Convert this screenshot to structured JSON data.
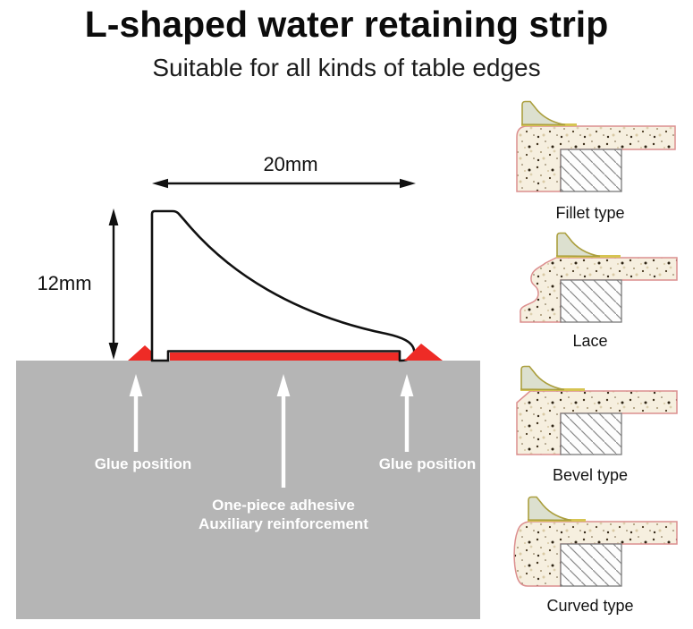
{
  "header": {
    "title": "L-shaped water retaining strip",
    "subtitle": "Suitable for all kinds of table edges"
  },
  "diagram": {
    "width_label": "20mm",
    "height_label": "12mm",
    "glue_left_label": "Glue position",
    "glue_right_label": "Glue position",
    "adhesive_label_line1": "One-piece adhesive",
    "adhesive_label_line2": "Auxiliary reinforcement"
  },
  "edge_types": [
    {
      "label": "Fillet type"
    },
    {
      "label": "Lace"
    },
    {
      "label": "Bevel type"
    },
    {
      "label": "Curved type"
    }
  ],
  "colors": {
    "glue_red": "#ee2b26",
    "base_gray": "#b5b5b5",
    "stone_cream": "#f6efdf",
    "stone_outline": "#dc8f8f",
    "strip_fill": "#dce0cf",
    "strip_outline": "#ab9f3e",
    "glue_line_yellow": "#d6c452",
    "outline_black": "#111111",
    "arrow_white": "#ffffff"
  }
}
